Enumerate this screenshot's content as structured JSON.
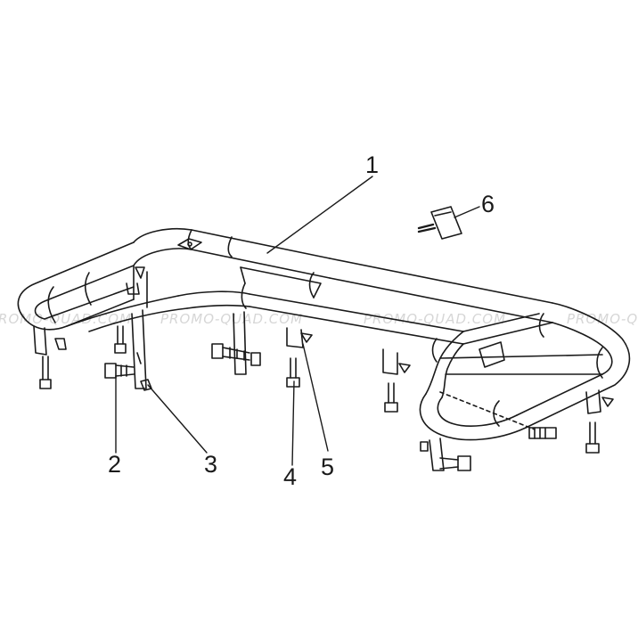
{
  "watermark": {
    "text_1": "PROMO-QUAD.COM",
    "text_2": "PROMO-QUAD.COM",
    "text_3": "PROMO-QUAD.COM",
    "text_4": "PROMO-QUAD.COM",
    "color": "#d6d6d6"
  },
  "callouts": {
    "c1": "1",
    "c2": "2",
    "c3": "3",
    "c4": "4",
    "c5": "5",
    "c6": "6"
  },
  "colors": {
    "line": "#1a1a1a",
    "background": "#ffffff"
  }
}
